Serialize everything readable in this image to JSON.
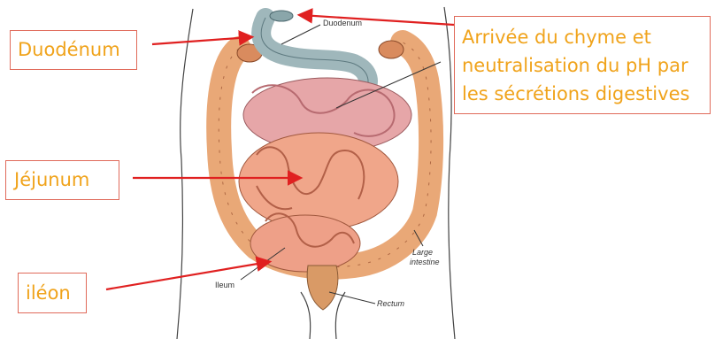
{
  "callouts": {
    "duodenum": "Duodénum",
    "jejunum": "Jéjunum",
    "ileon": "iléon",
    "arrivee": "Arrivée du chyme et neutralisation du pH par les sécrétions digestives"
  },
  "diagram_labels": {
    "duodenum": "Duodenum",
    "large_intestine_1": "Large",
    "large_intestine_2": "intestine",
    "ileum": "Ileum",
    "rectum": "Rectum"
  },
  "colors": {
    "callout_text": "#f0a31b",
    "callout_border": "#e06a5a",
    "arrow": "#e02020",
    "small_intestine": "#f0a68a",
    "large_intestine": "#e9a877",
    "duodenum": "#9fb7bb"
  }
}
